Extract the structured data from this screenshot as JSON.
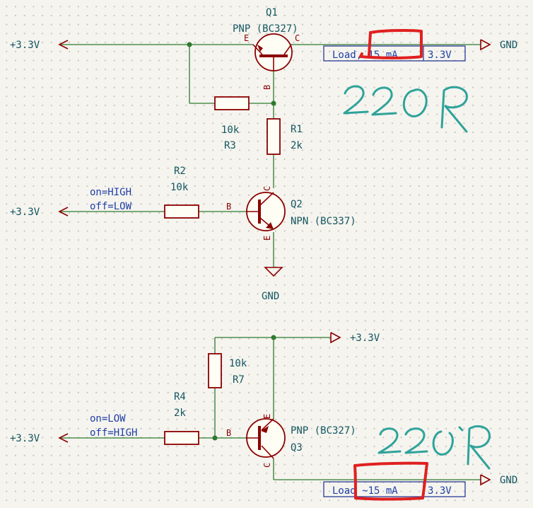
{
  "net_labels": {
    "top_left": "+3.3V",
    "top_gnd": "GND",
    "mid_left": "+3.3V",
    "mid_gnd": "GND",
    "bot_top": "+3.3V",
    "bot_left": "+3.3V",
    "bot_gnd": "GND"
  },
  "q1": {
    "ref": "Q1",
    "value": "PNP (BC327)",
    "pin_e": "E",
    "pin_c": "C",
    "pin_b": "B"
  },
  "r3": {
    "value": "10k",
    "ref": "R3"
  },
  "r1": {
    "ref": "R1",
    "value": "2k"
  },
  "r2": {
    "ref": "R2",
    "value": "10k"
  },
  "q2": {
    "ref": "Q2",
    "value": "NPN (BC337)",
    "pin_c": "C",
    "pin_b": "B",
    "pin_e": "E"
  },
  "note_top": {
    "line1": "on=HIGH",
    "line2": "off=LOW"
  },
  "load_top": {
    "label": "Load, 15 mA",
    "voltage": "3.3V"
  },
  "r7": {
    "value": "10k",
    "ref": "R7"
  },
  "r4": {
    "ref": "R4",
    "value": "2k"
  },
  "q3": {
    "value": "PNP (BC327)",
    "ref": "Q3",
    "pin_e": "E",
    "pin_b": "B",
    "pin_c": "C"
  },
  "note_bottom": {
    "line1": "on=LOW",
    "line2": "off=HIGH"
  },
  "load_bottom": {
    "label": "Load ~15 mA",
    "voltage": "3.3V"
  },
  "colors": {
    "wire": "#2f7a2f",
    "symbol": "#8b0000",
    "label": "#135660",
    "note": "#1f3fa6",
    "handwriting": "#2fa39a",
    "markup": "#e02020"
  }
}
